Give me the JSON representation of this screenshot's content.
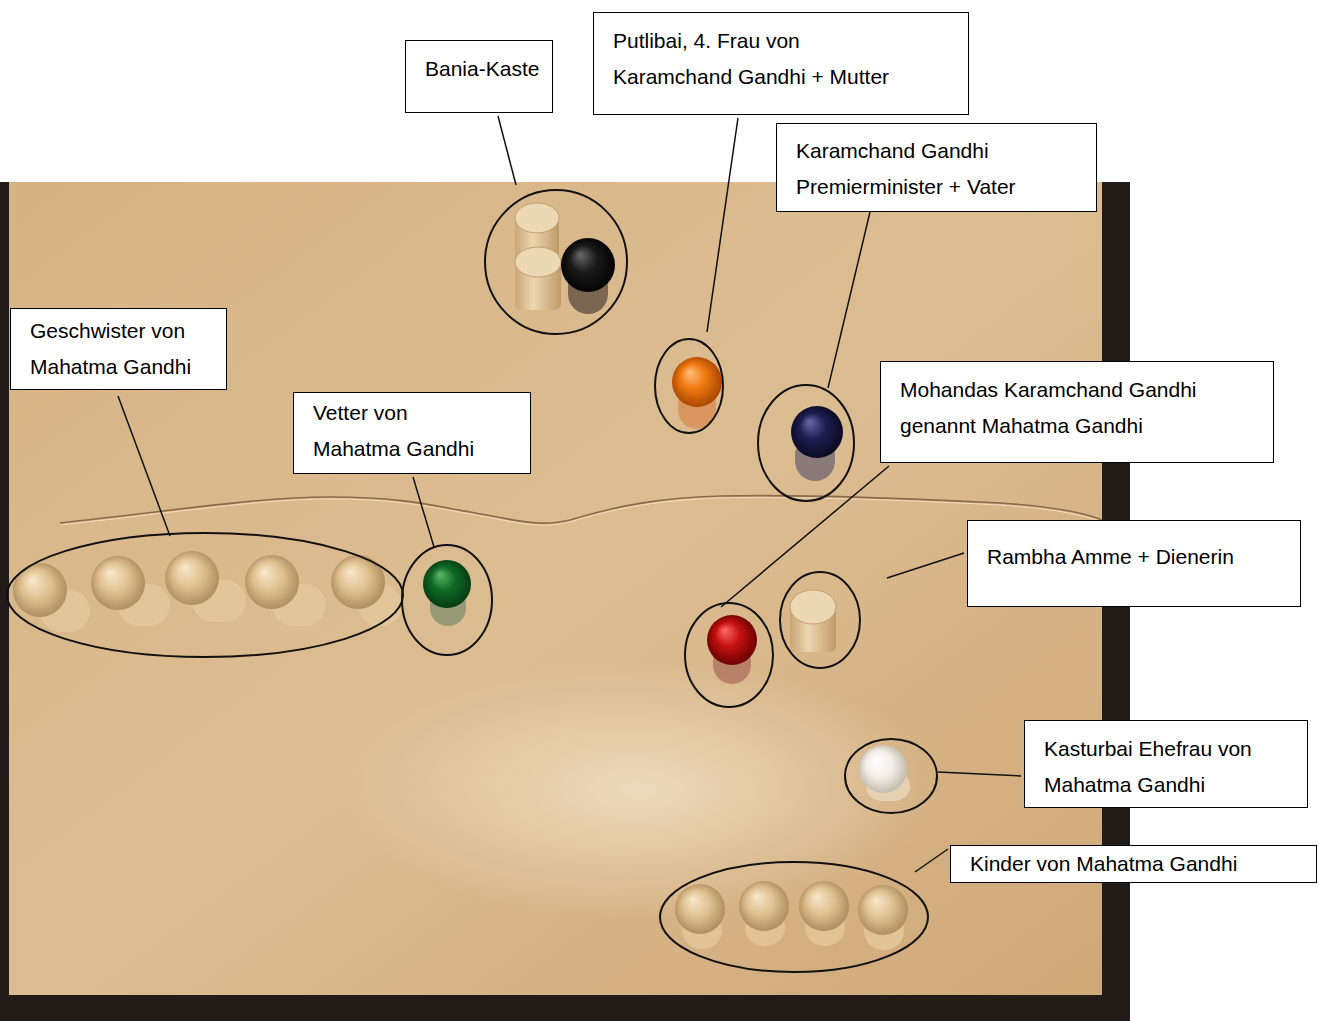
{
  "diagram": {
    "nodes": [
      {
        "text": [
          "Bania-Kaste"
        ]
      },
      {
        "text": [
          "Putlibai, 4. Frau von Karamchand Gandhi + Mutter"
        ]
      },
      {
        "text": [
          "Karamchand Gandhi Premierminister + Vater"
        ]
      },
      {
        "text": [
          "Geschwister von Mahatma Gandhi"
        ]
      },
      {
        "text": [
          "Vetter von Mahatma Gandhi"
        ]
      },
      {
        "text": [
          "Mohandas Karamchand Gandhi genannt Mahatma Gandhi"
        ]
      },
      {
        "text": [
          "Rambha Amme + Dienerin"
        ]
      },
      {
        "text": [
          "Kasturbai Ehefrau von Mahatma Gandhi"
        ]
      },
      {
        "text": [
          "Kinder von Mahatma Gandhi"
        ]
      }
    ]
  }
}
